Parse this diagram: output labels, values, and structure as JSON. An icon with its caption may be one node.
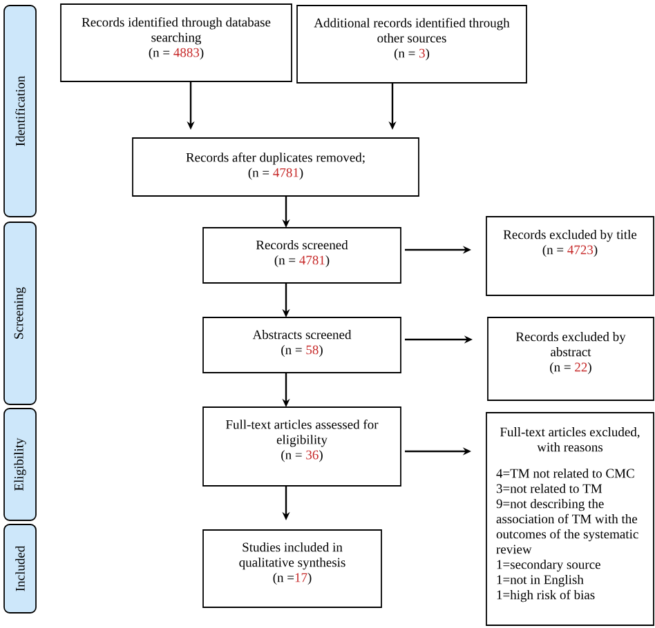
{
  "diagram": {
    "nodes": [
      {
        "text": [
          "Identification"
        ]
      },
      {
        "text": [
          "Records identified through database searching",
          "(n = 4883)"
        ]
      },
      {
        "text": [
          "Additional records identified through other sources",
          "(n = 3)"
        ]
      },
      {
        "text": [
          "Records after duplicates removed;",
          "(n = 4781)"
        ]
      },
      {
        "text": [
          "Screening"
        ]
      },
      {
        "text": [
          "Records screened",
          "(n = 4781)"
        ]
      },
      {
        "text": [
          "Records excluded by title",
          "(n = 4723)"
        ]
      },
      {
        "text": [
          "Abstracts screened",
          "(n = 58)"
        ]
      },
      {
        "text": [
          "Records excluded by abstract",
          "(n = 22)"
        ]
      },
      {
        "text": [
          "Eligibility"
        ]
      },
      {
        "text": [
          "Full-text articles assessed for eligibility",
          "(n = 36)"
        ]
      },
      {
        "text": [
          "Full-text articles excluded, with reasons",
          "4=TM not related to CMC",
          "3=not related to TM",
          "9=not describing the association of TM with the outcomes of the systematic review",
          "1=secondary source",
          "1=not in English",
          "1=high risk of bias"
        ]
      },
      {
        "text": [
          "Included"
        ]
      },
      {
        "text": [
          "Studies included in qualitative synthesis",
          "(n =17)"
        ]
      }
    ],
    "edges": [
      {
        "from": 1,
        "to": 3,
        "arrow": "to"
      },
      {
        "from": 2,
        "to": 3,
        "arrow": "to"
      },
      {
        "from": 3,
        "to": 5,
        "arrow": "to"
      },
      {
        "from": 5,
        "to": 6,
        "arrow": "to"
      },
      {
        "from": 5,
        "to": 7,
        "arrow": "to"
      },
      {
        "from": 7,
        "to": 8,
        "arrow": "to"
      },
      {
        "from": 7,
        "to": 10,
        "arrow": "to"
      },
      {
        "from": 10,
        "to": 11,
        "arrow": "to"
      },
      {
        "from": 10,
        "to": 13,
        "arrow": "to"
      }
    ]
  }
}
